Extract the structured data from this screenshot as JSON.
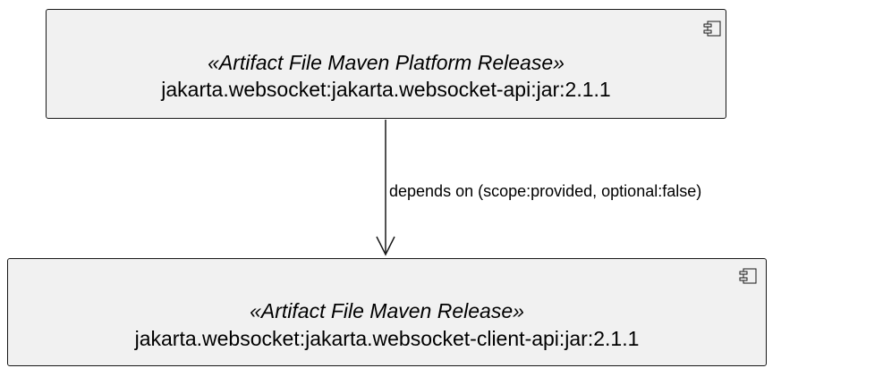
{
  "diagram": {
    "nodes": [
      {
        "id": "top",
        "stereotype": "«Artifact File Maven Platform Release»",
        "artifact": "jakarta.websocket:jakarta.websocket-api:jar:2.1.1",
        "icon": "component-icon"
      },
      {
        "id": "bottom",
        "stereotype": "«Artifact File Maven Release»",
        "artifact": "jakarta.websocket:jakarta.websocket-client-api:jar:2.1.1",
        "icon": "component-icon"
      }
    ],
    "edge": {
      "from": "top",
      "to": "bottom",
      "label": "depends on (scope:provided, optional:false)"
    },
    "colors": {
      "node_fill": "#f1f1f1",
      "node_border": "#181818",
      "edge": "#181818"
    }
  }
}
